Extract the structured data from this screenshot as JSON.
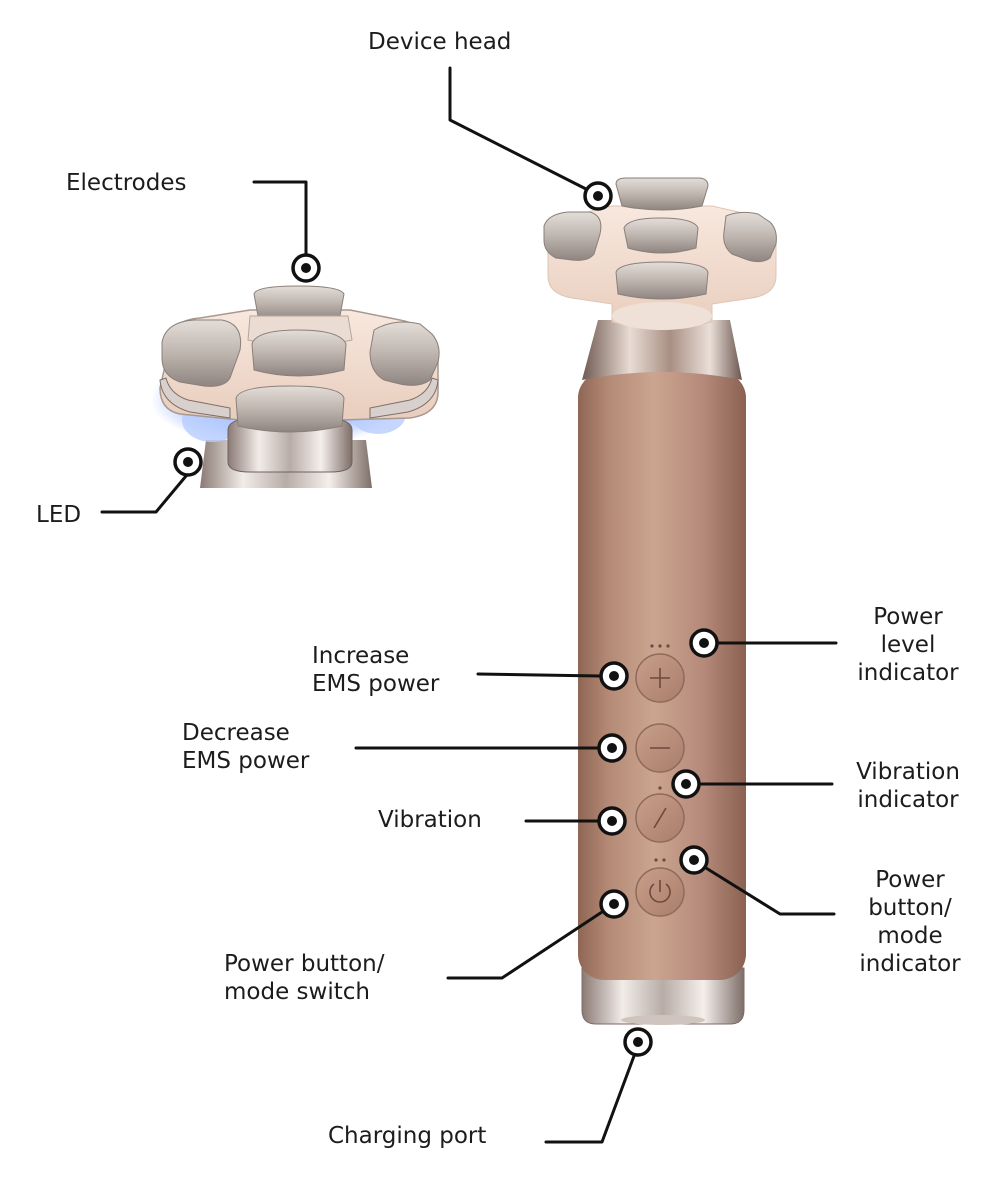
{
  "labels": {
    "device_head": "Device head",
    "electrodes": "Electrodes",
    "led": "LED",
    "increase_ems": [
      "Increase",
      "EMS power"
    ],
    "decrease_ems": [
      "Decrease",
      "EMS power"
    ],
    "vibration": "Vibration",
    "power_button_mode_switch": [
      "Power button/",
      "mode switch"
    ],
    "charging_port": "Charging port",
    "power_level_indicator": [
      "Power",
      "level",
      "indicator"
    ],
    "vibration_indicator": [
      "Vibration",
      "indicator"
    ],
    "power_button_mode_indicator": [
      "Power",
      "button/",
      "mode",
      "indicator"
    ]
  },
  "button_icons": [
    "plus-icon",
    "minus-icon",
    "vibration-slash-icon",
    "power-icon"
  ],
  "colors": {
    "body": "#b98d78",
    "body_dark": "#9c6f5c",
    "chrome": "#d9d4d0",
    "electrode": "#c9c2bd",
    "head_base": "#f3ddd0",
    "led_glow": "#9ab8ff",
    "line": "#111111"
  }
}
